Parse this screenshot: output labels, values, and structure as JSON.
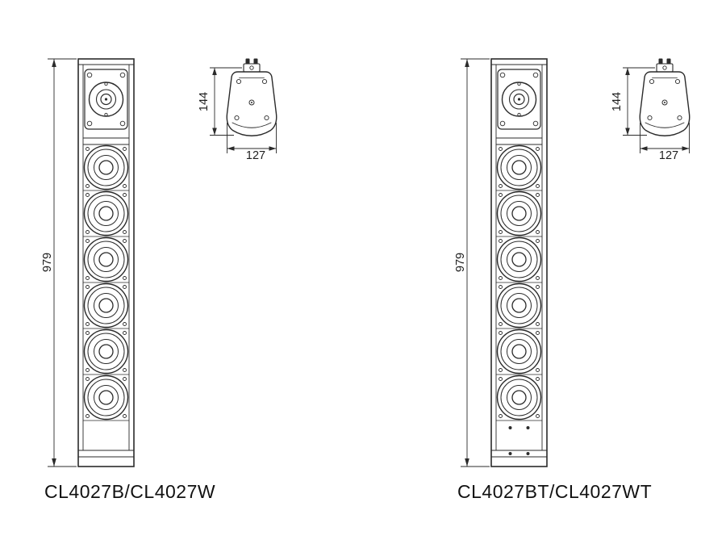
{
  "diagram": {
    "background": "#ffffff",
    "line_color": "#2b2b2b",
    "groups": [
      {
        "model_label": "CL4027B/CL4027W",
        "front_view": {
          "height_dim": "979"
        },
        "top_view": {
          "depth_dim": "144",
          "width_dim": "127"
        }
      },
      {
        "model_label": "CL4027BT/CL4027WT",
        "front_view": {
          "height_dim": "979"
        },
        "top_view": {
          "depth_dim": "144",
          "width_dim": "127"
        }
      }
    ]
  }
}
